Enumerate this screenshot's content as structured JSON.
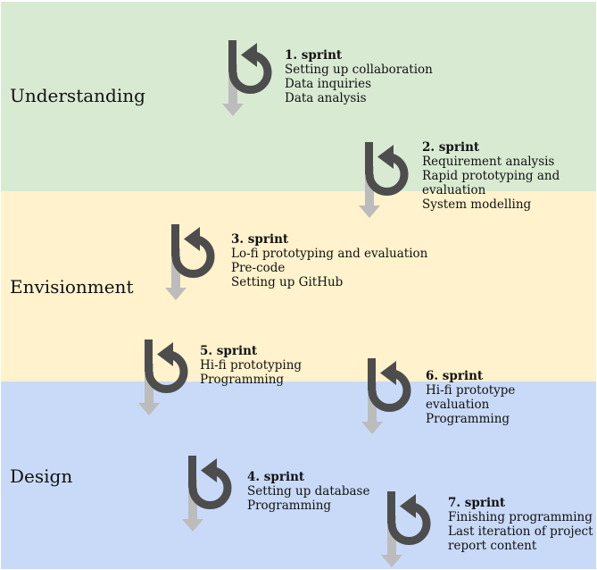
{
  "colors": {
    "understanding": "#d9ead3",
    "envisionment": "#fff2cc",
    "design": "#c9daf8",
    "loop_icon": "#4d4d4d",
    "down_arrow": "#bcbcbc"
  },
  "phases": [
    {
      "label": "Understanding"
    },
    {
      "label": "Envisionment"
    },
    {
      "label": "Design"
    }
  ],
  "sprints": [
    {
      "title": "1. sprint",
      "lines": [
        "Setting up collaboration",
        "Data inquiries",
        "Data analysis"
      ]
    },
    {
      "title": "2. sprint",
      "lines": [
        "Requirement analysis",
        "Rapid prototyping and",
        "evaluation",
        "System modelling"
      ]
    },
    {
      "title": "3. sprint",
      "lines": [
        "Lo-fi prototyping and evaluation",
        "Pre-code",
        "Setting up GitHub"
      ]
    },
    {
      "title": "5. sprint",
      "lines": [
        "Hi-fi prototyping",
        "Programming"
      ]
    },
    {
      "title": "6. sprint",
      "lines": [
        "Hi-fi prototype",
        "evaluation",
        "Programming"
      ]
    },
    {
      "title": "4. sprint",
      "lines": [
        "Setting up database",
        "Programming"
      ]
    },
    {
      "title": "7. sprint",
      "lines": [
        "Finishing programming",
        "Last iteration of project",
        "report content"
      ]
    }
  ]
}
